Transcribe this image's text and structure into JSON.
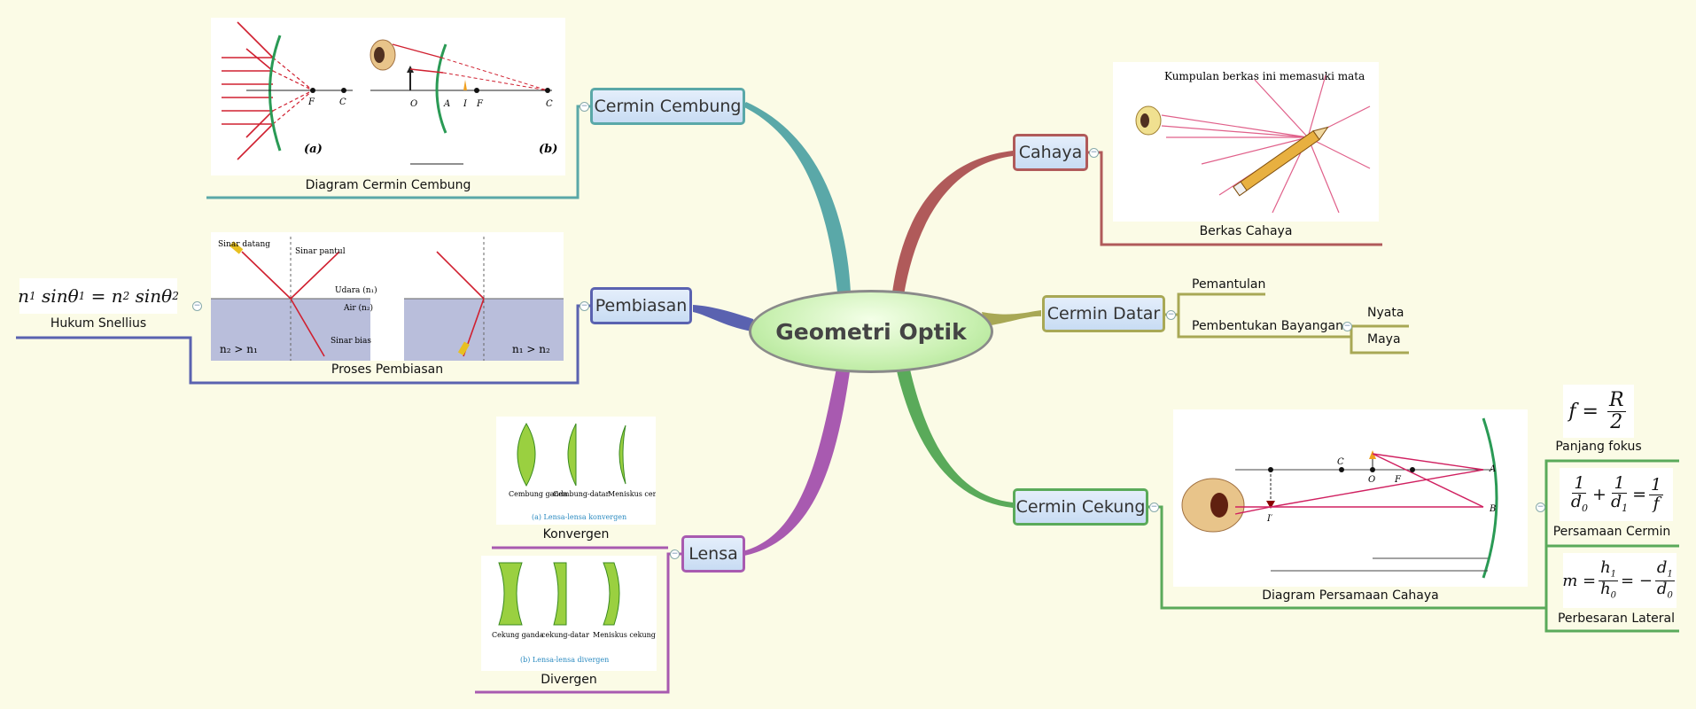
{
  "central": {
    "title": "Geometri Optik"
  },
  "branches": {
    "cermin_cembung": {
      "label": "Cermin Cembung",
      "color": "#5aa8a8",
      "image_caption": "Diagram Cermin Cembung",
      "fig_a": "(a)",
      "fig_b": "(b)"
    },
    "pembiasan": {
      "label": "Pembiasan",
      "color": "#5a62b0",
      "image_caption": "Proses Pembiasan",
      "formula_caption": "Hukum Snellius",
      "img_texts": {
        "sinar_datang": "Sinar datang",
        "sinar_pantul": "Sinar pantul",
        "udara": "Udara (n₁)",
        "air": "Air (n₂)",
        "sinar_bias": "Sinar bias",
        "n_left": "n₂ > n₁",
        "n_right": "n₁ > n₂"
      }
    },
    "lensa": {
      "label": "Lensa",
      "color": "#a85ab0",
      "konvergen": "Konvergen",
      "divergen": "Divergen",
      "konv_labels": [
        "Cembung ganda",
        "Cembung-datar",
        "Meniskus cembung"
      ],
      "konv_title": "(a) Lensa-lensa konvergen",
      "div_labels": [
        "Cekung ganda",
        "cekung-datar",
        "Meniskus cekung"
      ],
      "div_title": "(b) Lensa-lensa divergen"
    },
    "cahaya": {
      "label": "Cahaya",
      "color": "#b05a5a",
      "image_caption": "Berkas Cahaya",
      "img_note": "Kumpulan berkas ini memasuki mata"
    },
    "cermin_datar": {
      "label": "Cermin Datar",
      "color": "#a8a855",
      "pemantulan": "Pemantulan",
      "pembentukan": "Pembentukan Bayangan",
      "nyata": "Nyata",
      "maya": "Maya"
    },
    "cermin_cekung": {
      "label": "Cermin Cekung",
      "color": "#5aaa5a",
      "image_caption": "Diagram Persamaan Cahaya",
      "f1_caption": "Panjang fokus",
      "f2_caption": "Persamaan Cermin",
      "f3_caption": "Perbesaran Lateral"
    }
  }
}
